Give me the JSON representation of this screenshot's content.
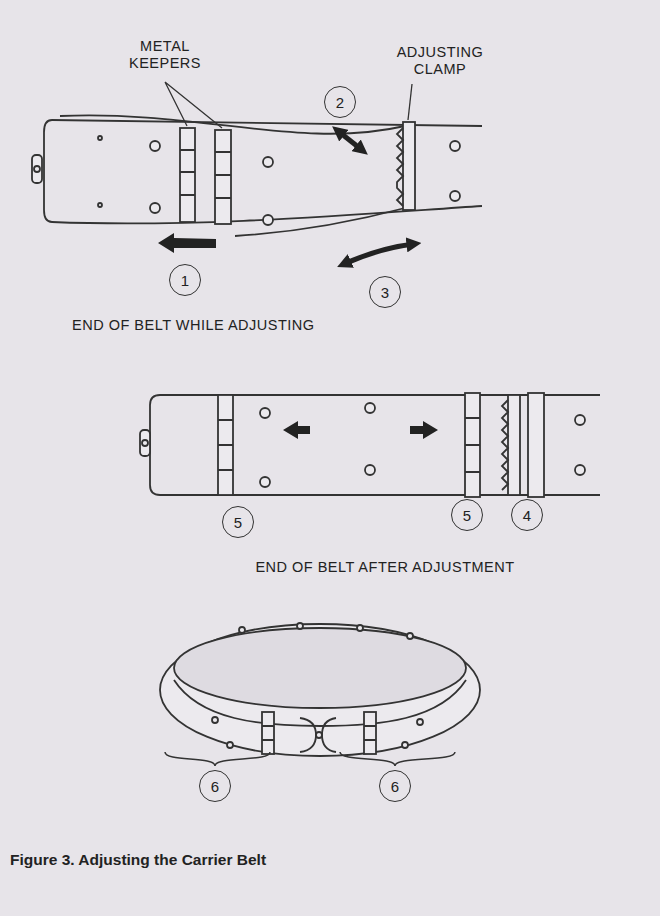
{
  "diagram": {
    "caption": "Figure 3. Adjusting the Carrier Belt",
    "nodes": [
      {
        "text": [
          "2"
        ]
      },
      {
        "text": [
          "1"
        ]
      },
      {
        "text": [
          "3"
        ]
      },
      {
        "text": [
          "5"
        ]
      },
      {
        "text": [
          "5"
        ]
      },
      {
        "text": [
          "4"
        ]
      },
      {
        "text": [
          "6"
        ]
      },
      {
        "text": [
          "6"
        ]
      }
    ],
    "labels": [
      "METAL KEEPERS",
      "ADJUSTING CLAMP",
      "END OF BELT WHILE ADJUSTING",
      "END OF BELT AFTER ADJUSTMENT"
    ]
  }
}
